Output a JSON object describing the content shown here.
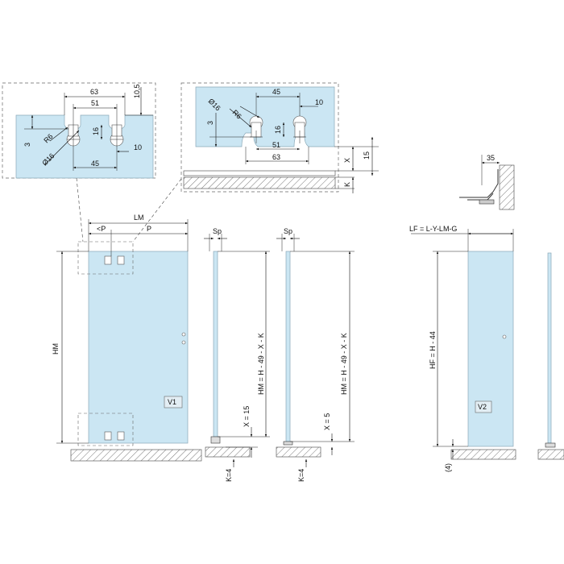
{
  "detail_left": {
    "dim_63": "63",
    "dim_51": "51",
    "dim_10_5": "10,5",
    "dim_3": "3",
    "dim_r6": "R6",
    "dim_16": "16",
    "dim_d16": "Ø16",
    "dim_10": "10",
    "dim_45": "45"
  },
  "detail_right": {
    "dim_45": "45",
    "dim_10": "10",
    "dim_d16": "Ø16",
    "dim_r6": "R6",
    "dim_3": "3",
    "dim_16": "16",
    "dim_51": "51",
    "dim_63": "63",
    "dim_x": "X",
    "dim_15": "15",
    "dim_k": "K"
  },
  "bracket_detail": {
    "dim_35": "35"
  },
  "door_v1": {
    "dim_lm": "LM",
    "dim_p_small": "<P",
    "dim_p": "P",
    "dim_hm": "HM",
    "label": "V1"
  },
  "side_view_a": {
    "dim_sp": "Sp",
    "dim_height": "HM = H - 49 - X - K",
    "dim_x": "X = 15",
    "dim_k": "K=4"
  },
  "side_view_b": {
    "dim_sp": "Sp",
    "dim_height": "HM = H - 49 - X - K",
    "dim_x": "X = 5",
    "dim_k": "K=4"
  },
  "door_v2": {
    "dim_lf": "LF = L-Y-LM-G",
    "dim_hf": "HF = H - 44",
    "dim_4": "(4)",
    "label": "V2"
  }
}
